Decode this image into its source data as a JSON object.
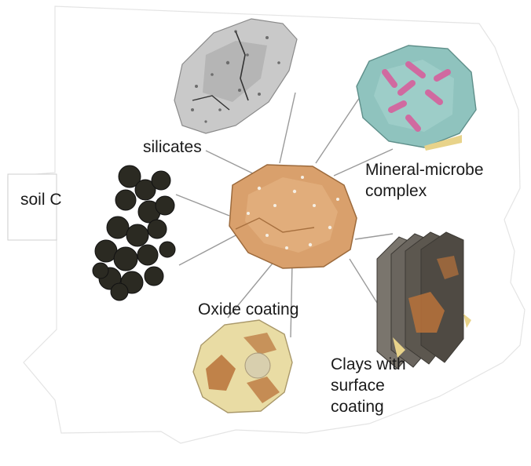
{
  "labels": {
    "silicates": "silicates",
    "soil_c": "soil C",
    "mineral_microbe": [
      "Mineral-microbe",
      "complex"
    ],
    "oxide_coating": "Oxide coating",
    "clays": [
      "Clays with",
      "surface",
      "coating"
    ]
  },
  "colors": {
    "center_particle": "#d9a06c",
    "silicate_grain": "#bdbdbd",
    "microbe_complex": "#8fc3be",
    "microbe_cells": "#d06aa0",
    "soil_c_aggregate": "#2b2a22",
    "oxide_coating": "#e9dca4",
    "oxide_patches": "#b8723a",
    "clay_sheets": "#6a655e",
    "connector_lines": "#9a9a9a"
  },
  "icons": {
    "center": "mineral-particle",
    "silicates": "silicate-grain",
    "mineral_microbe": "microbe-complex",
    "soil_c": "organic-aggregate",
    "oxide_coating": "oxide-coated-grain",
    "clays": "clay-stack"
  }
}
